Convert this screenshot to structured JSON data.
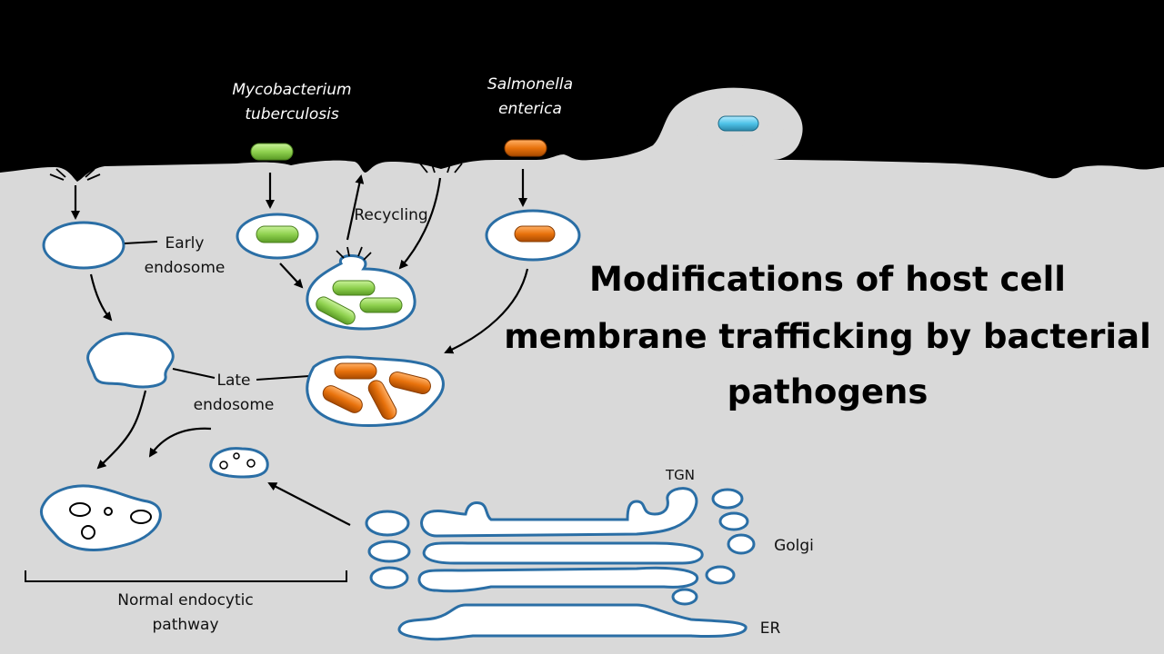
{
  "title_lines": [
    "Modifications of host cell",
    "membrane trafficking by bacterial",
    "pathogens"
  ],
  "labels": {
    "mycobacterium_1": "Mycobacterium",
    "mycobacterium_2": "tuberculosis",
    "salmonella_1": "Salmonella",
    "salmonella_2": "enterica",
    "recycling": "Recycling",
    "early_1": "Early",
    "early_2": "endosome",
    "late_1": "Late",
    "late_2": "endosome",
    "tgn": "TGN",
    "golgi": "Golgi",
    "er": "ER",
    "normal_1": "Normal endocytic",
    "normal_2": "pathway"
  },
  "colors": {
    "background_outside": "#000000",
    "cytoplasm": "#d9d9d9",
    "membrane_outline": "#2a6ea5",
    "mycobacterium": "#8fd14f",
    "salmonella": "#e8720c",
    "unlabeled_bacterium": "#4fc3e8"
  }
}
